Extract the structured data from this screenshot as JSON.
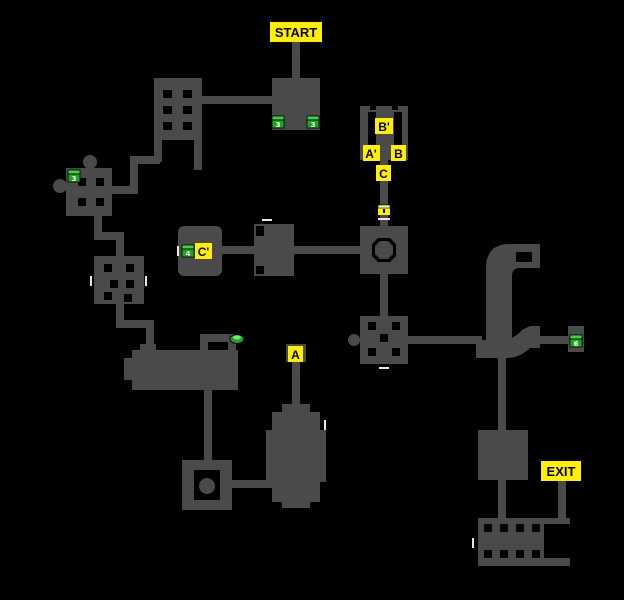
{
  "map": {
    "markers": {
      "start": "START",
      "exit": "EXIT",
      "a": "A",
      "a_prime": "A'",
      "b": "B",
      "b_prime": "B'",
      "c": "C",
      "c_prime": "C'"
    },
    "chests": [
      {
        "id": "chest-top-left",
        "number": "3"
      },
      {
        "id": "chest-top-right",
        "number": "3"
      },
      {
        "id": "chest-west",
        "number": "3"
      },
      {
        "id": "chest-c-prime",
        "number": "4"
      },
      {
        "id": "chest-east",
        "number": "6"
      }
    ],
    "colors": {
      "floor": "#4a4a4a",
      "background": "#000000",
      "marker": "#ffee00",
      "chest": "#1fa51f",
      "door": "#e8e8e8"
    },
    "icons": {
      "chest": "treasure-chest-icon",
      "switch": "green-switch-icon",
      "door": "door-icon"
    }
  }
}
